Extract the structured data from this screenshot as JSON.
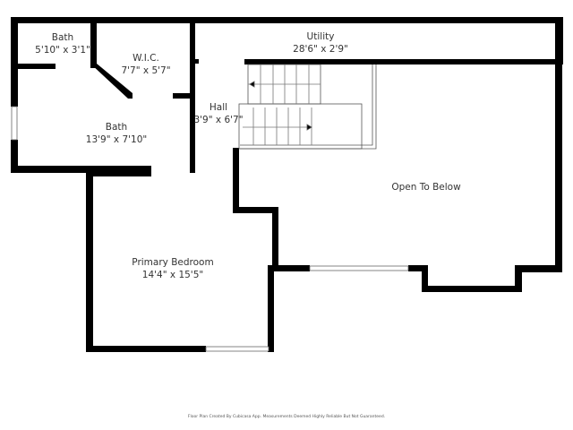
{
  "floor_plan": {
    "rooms": [
      {
        "name": "Bath",
        "dimensions": "5'10\" x 3'1\""
      },
      {
        "name": "W.I.C.",
        "dimensions": "7'7\" x 5'7\""
      },
      {
        "name": "Utility",
        "dimensions": "28'6\" x 2'9\""
      },
      {
        "name": "Hall",
        "dimensions": "3'9\" x 6'7\""
      },
      {
        "name": "Bath",
        "dimensions": "13'9\" x 7'10\""
      },
      {
        "name": "Open To Below",
        "dimensions": ""
      },
      {
        "name": "Primary Bedroom",
        "dimensions": "14'4\" x 15'5\""
      }
    ],
    "footer": "Floor Plan Created By Cubicasa App. Measurements Deemed Highly Reliable But Not Guaranteed.",
    "colors": {
      "wall": "#000000",
      "stairs": "#555555",
      "text": "#333333",
      "background": "#ffffff"
    }
  }
}
